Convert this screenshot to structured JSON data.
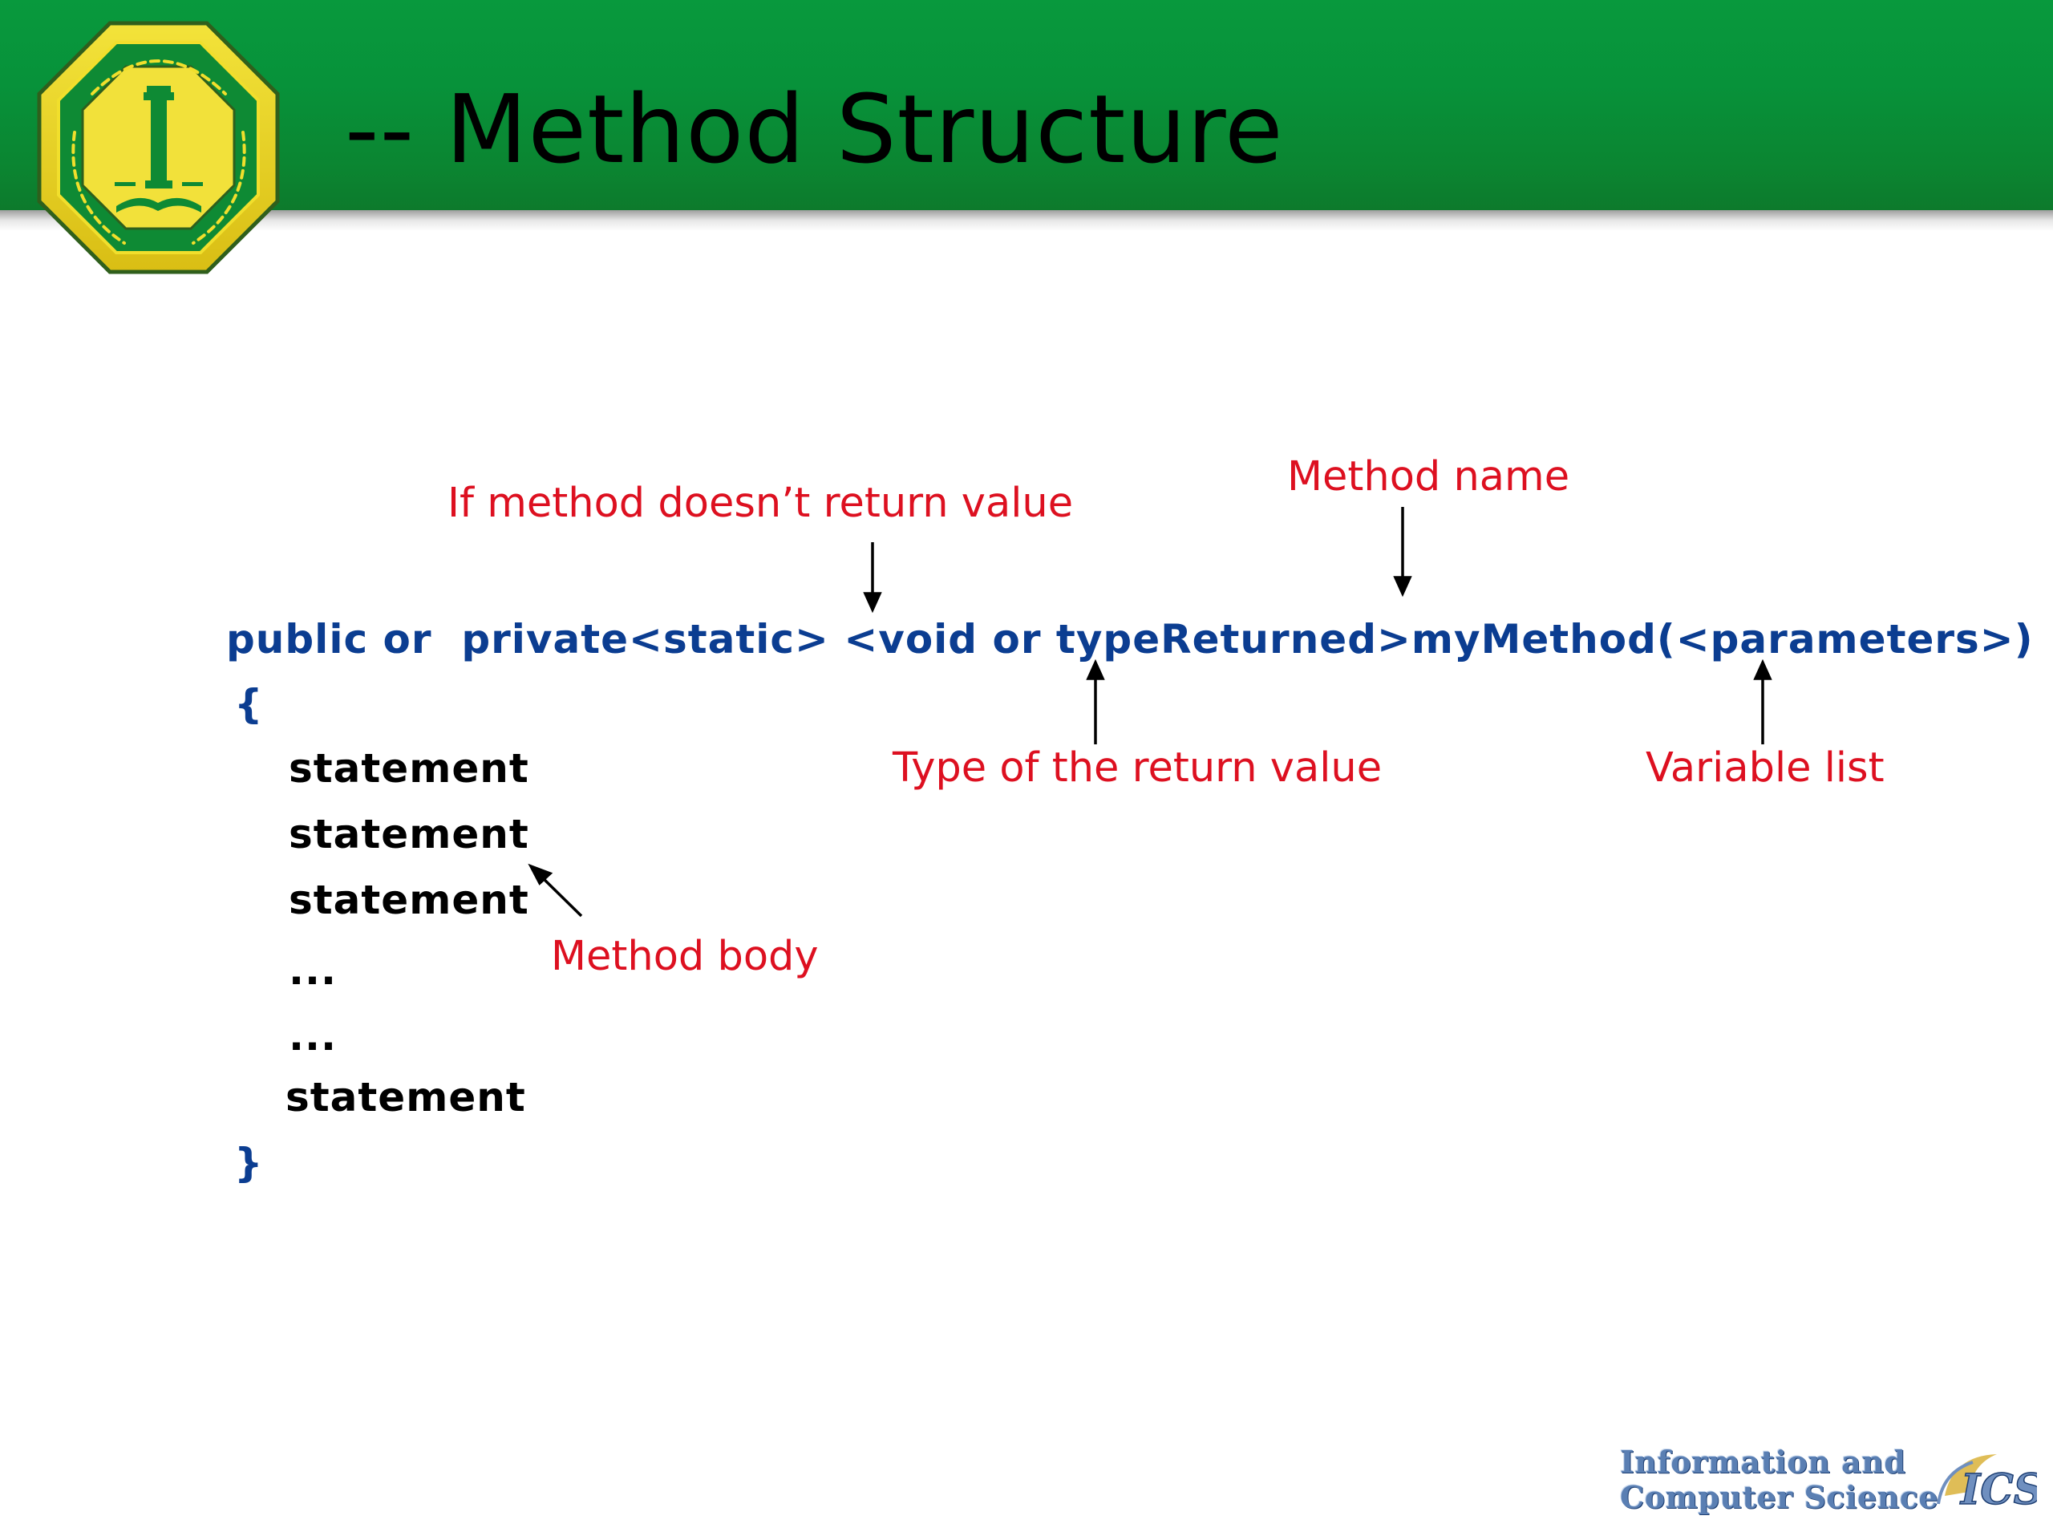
{
  "slide": {
    "title": "-- Method Structure"
  },
  "code": {
    "signature": "public or  private<static> <void or typeReturned>myMethod(<parameters>)",
    "open_brace": "{",
    "body_lines": [
      "statement",
      "statement",
      "statement",
      "...",
      "...",
      "statement"
    ],
    "close_brace": "}"
  },
  "annotations": {
    "void_note": "If method doesn’t return value",
    "method_name": "Method name",
    "return_type": "Type of the return value",
    "variable_list": "Variable list",
    "method_body": "Method body"
  },
  "footer": {
    "line1": "Information and",
    "line2": "Computer Science",
    "badge": "ICS"
  },
  "colors": {
    "header_green": "#08993d",
    "code_blue": "#0b3d91",
    "annotation_red": "#dd1020",
    "seal_gold": "#e8d21a",
    "seal_green": "#0d7a2c"
  }
}
